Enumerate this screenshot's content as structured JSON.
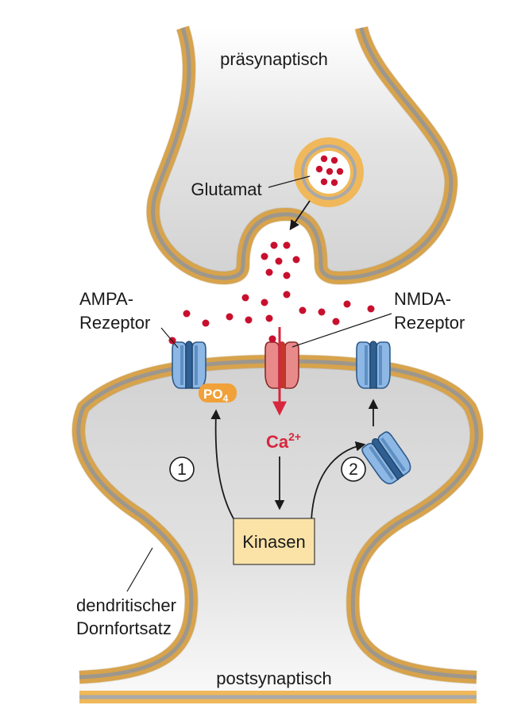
{
  "labels": {
    "presynaptic": "präsynaptisch",
    "glutamate": "Glutamat",
    "ampa_line1": "AMPA-",
    "ampa_line2": "Rezeptor",
    "nmda_line1": "NMDA-",
    "nmda_line2": "Rezeptor",
    "ca_base": "Ca",
    "ca_charge": "2+",
    "po4_base": "PO",
    "po4_sub": "4",
    "step1": "1",
    "step2": "2",
    "kinases": "Kinasen",
    "spine_line1": "dendritischer",
    "spine_line2": "Dornfortsatz",
    "postsynaptic": "postsynaptisch"
  },
  "colors": {
    "membrane_outer": "#f0b85a",
    "membrane_inner": "#a9a9a9",
    "cytoplasm": "#d9d9d9",
    "glutamate_dot": "#c8102e",
    "ampa_receptor": "#6fa8dc",
    "nmda_receptor": "#e06666",
    "calcium_arrow": "#d7263d",
    "phosphate_badge": "#f0a13a",
    "kinase_box": "#fbe3a8"
  },
  "icons": {
    "ampa": "ampa-receptor-icon",
    "nmda": "nmda-receptor-icon",
    "vesicle": "synaptic-vesicle-icon"
  }
}
